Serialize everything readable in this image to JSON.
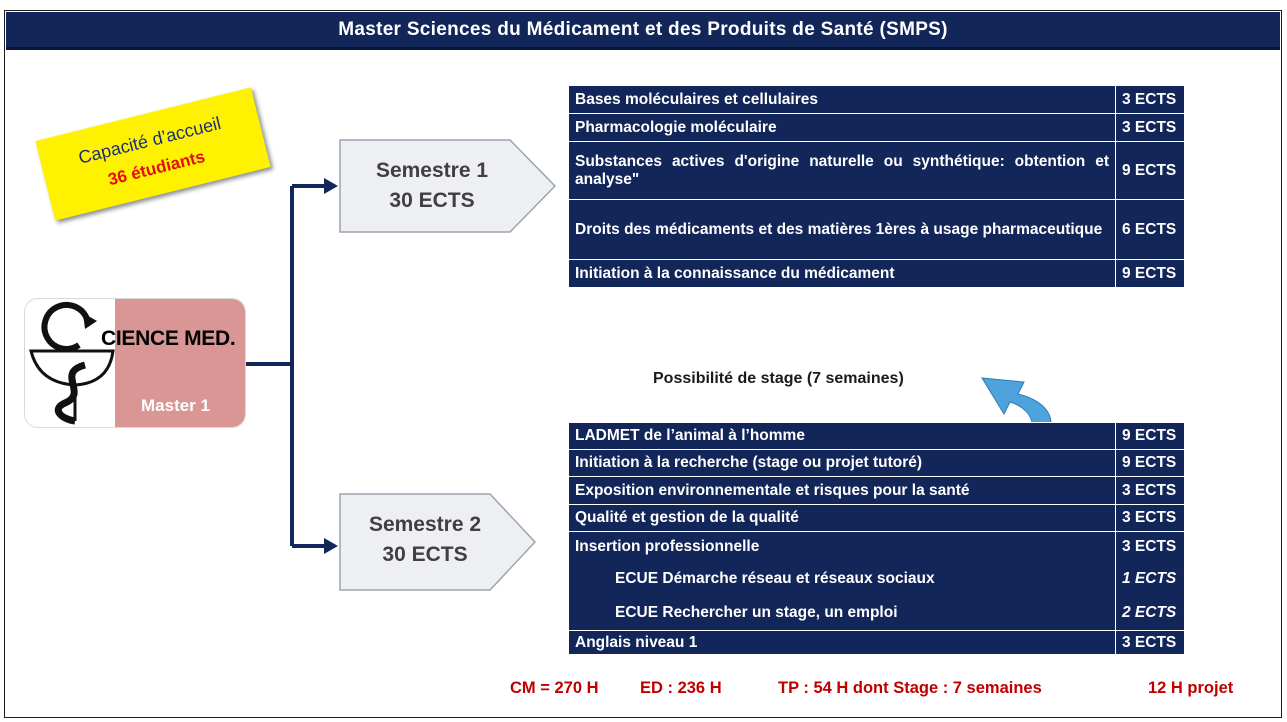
{
  "title": "Master Sciences du Médicament et des Produits de Santé (SMPS)",
  "capacity": {
    "label": "Capacité d’accueil",
    "value": "36 étudiants"
  },
  "logo": {
    "text": "CIENCE MED.",
    "level": "Master 1"
  },
  "semester1": {
    "name": "Semestre 1",
    "ects": "30 ECTS"
  },
  "semester2": {
    "name": "Semestre 2",
    "ects": "30 ECTS"
  },
  "s1_courses": [
    {
      "label": "Bases moléculaires et cellulaires",
      "ects": "3 ECTS"
    },
    {
      "label": "Pharmacologie moléculaire",
      "ects": "3 ECTS"
    },
    {
      "label": "Substances actives d'origine naturelle ou synthétique: obtention et analyse\"",
      "ects": "9 ECTS"
    },
    {
      "label": "Droits des médicaments et des matières 1ères à usage pharmaceutique",
      "ects": "6 ECTS"
    },
    {
      "label": "Initiation à la connaissance du médicament",
      "ects": "9 ECTS"
    }
  ],
  "stage_note": "Possibilité de stage (7 semaines)",
  "s2_courses": [
    {
      "label": "LADMET de l’animal à l’homme",
      "ects": "9 ECTS"
    },
    {
      "label": "Initiation à la recherche (stage ou projet tutoré)",
      "ects": "9 ECTS"
    },
    {
      "label": "Exposition environnementale et risques pour la santé",
      "ects": "3 ECTS"
    },
    {
      "label": "Qualité et gestion de la qualité",
      "ects": "3 ECTS"
    },
    {
      "label": "Insertion professionnelle",
      "ects": "3 ECTS"
    },
    {
      "label": "ECUE Démarche réseau et réseaux sociaux",
      "ects": "1 ECTS"
    },
    {
      "label": "ECUE Rechercher un stage, un emploi",
      "ects": "2 ECTS"
    },
    {
      "label": "Anglais niveau 1",
      "ects": "3 ECTS"
    }
  ],
  "footer": {
    "cm": "CM = 270 H",
    "ed": "ED : 236 H",
    "tp": "TP : 54 H dont Stage : 7 semaines",
    "projet": "12 H projet"
  },
  "colors": {
    "navy": "#13265a",
    "accent_red": "#c00000",
    "sticker_yellow": "#fff200",
    "logo_pink": "#d99694",
    "arrow_blue": "#4fa3dd"
  }
}
